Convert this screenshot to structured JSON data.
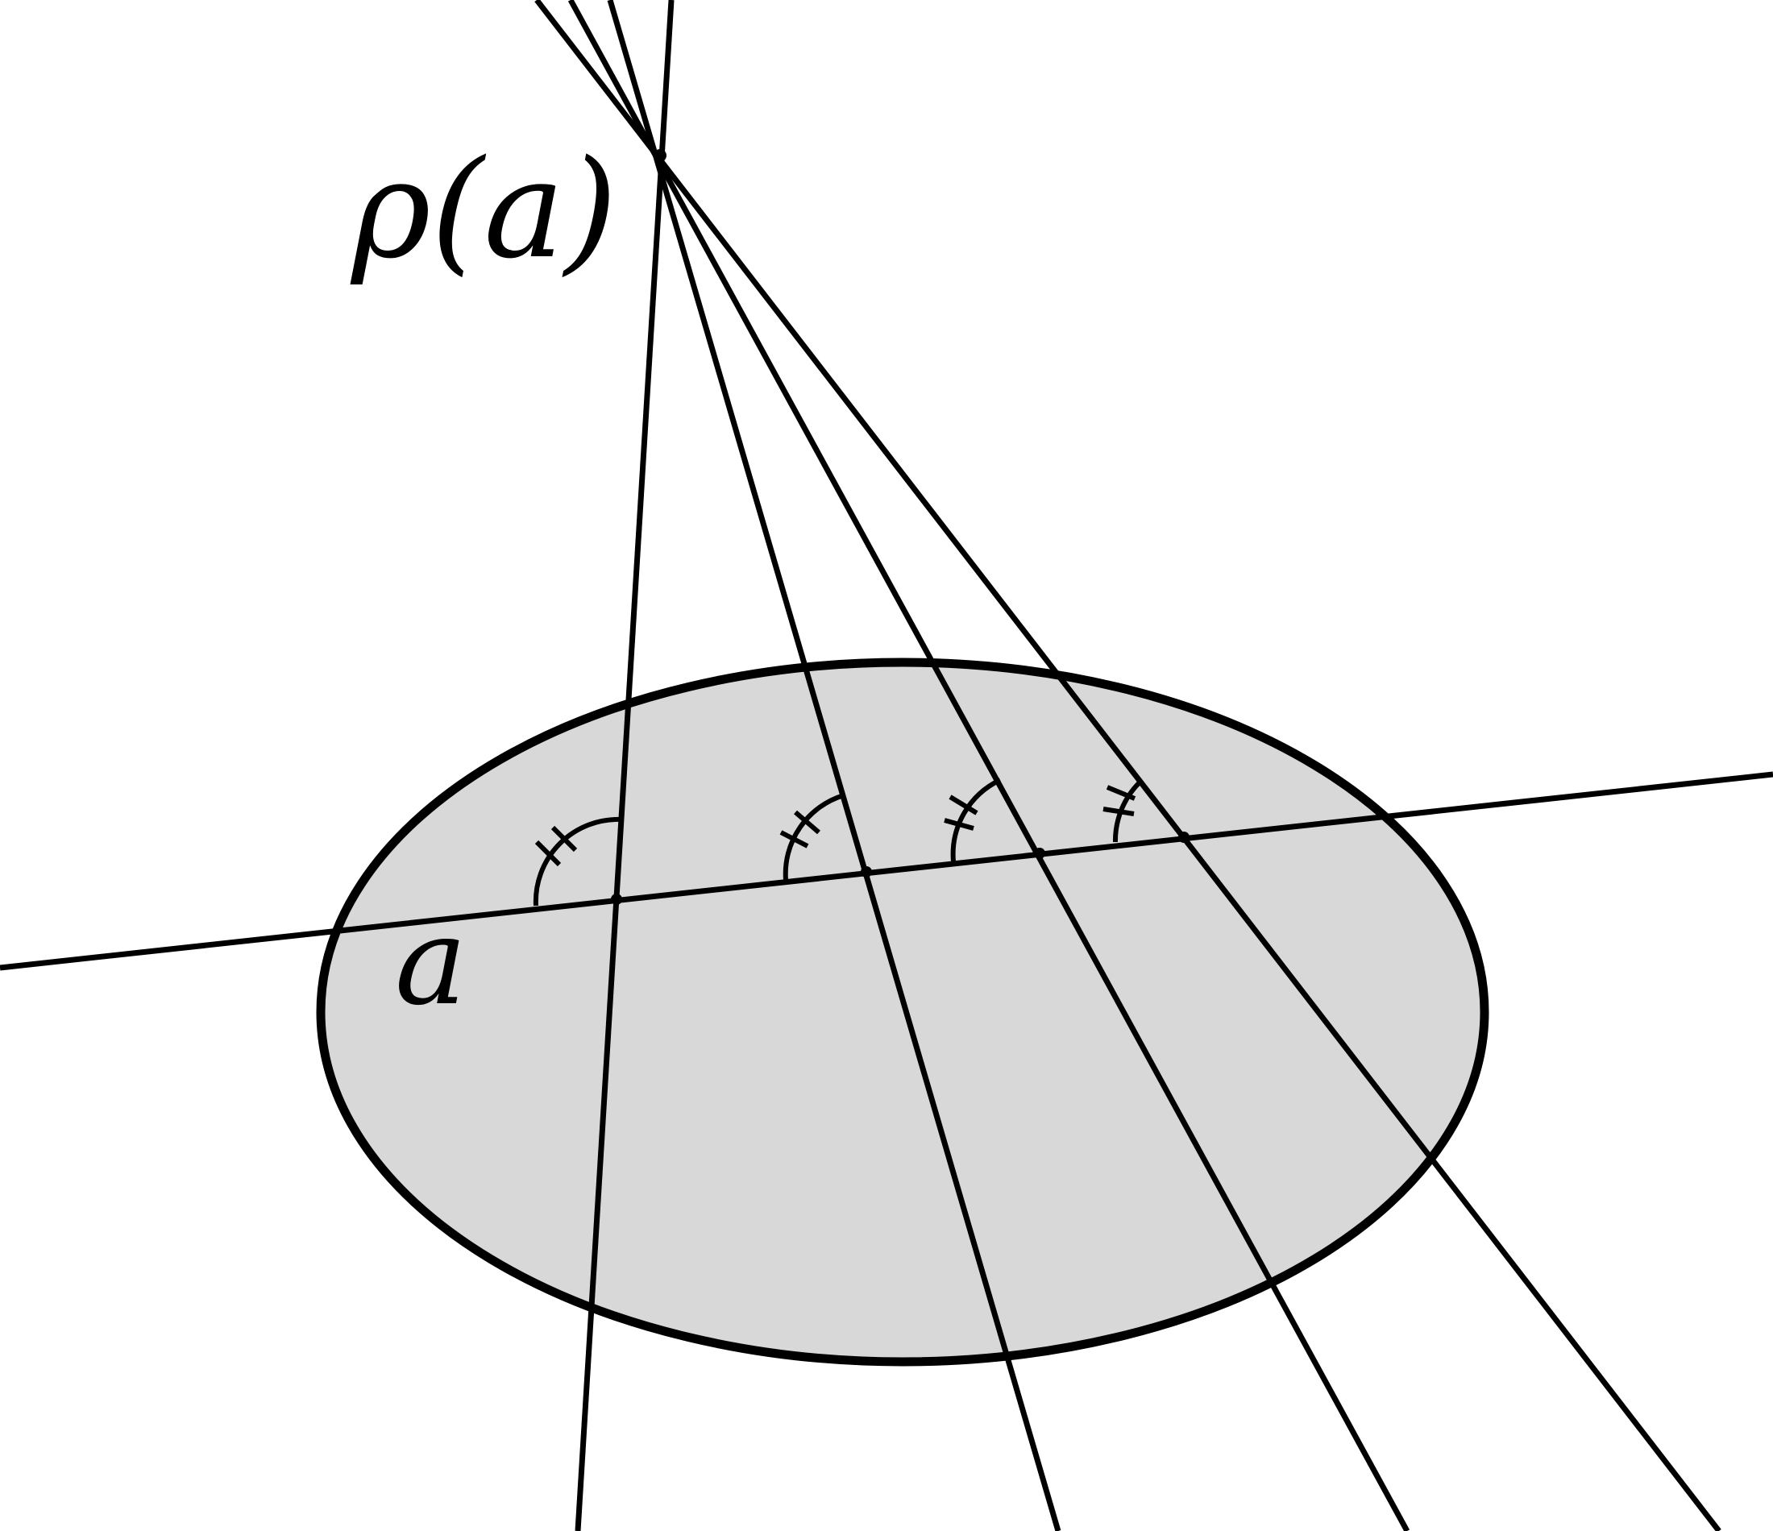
{
  "labels": {
    "pole": "ρ(a)",
    "line": "a"
  },
  "colors": {
    "stroke": "#000000",
    "disk_fill": "#d8d8d8",
    "background": "#ffffff"
  },
  "marks": {
    "angle_tick_count": 2
  }
}
